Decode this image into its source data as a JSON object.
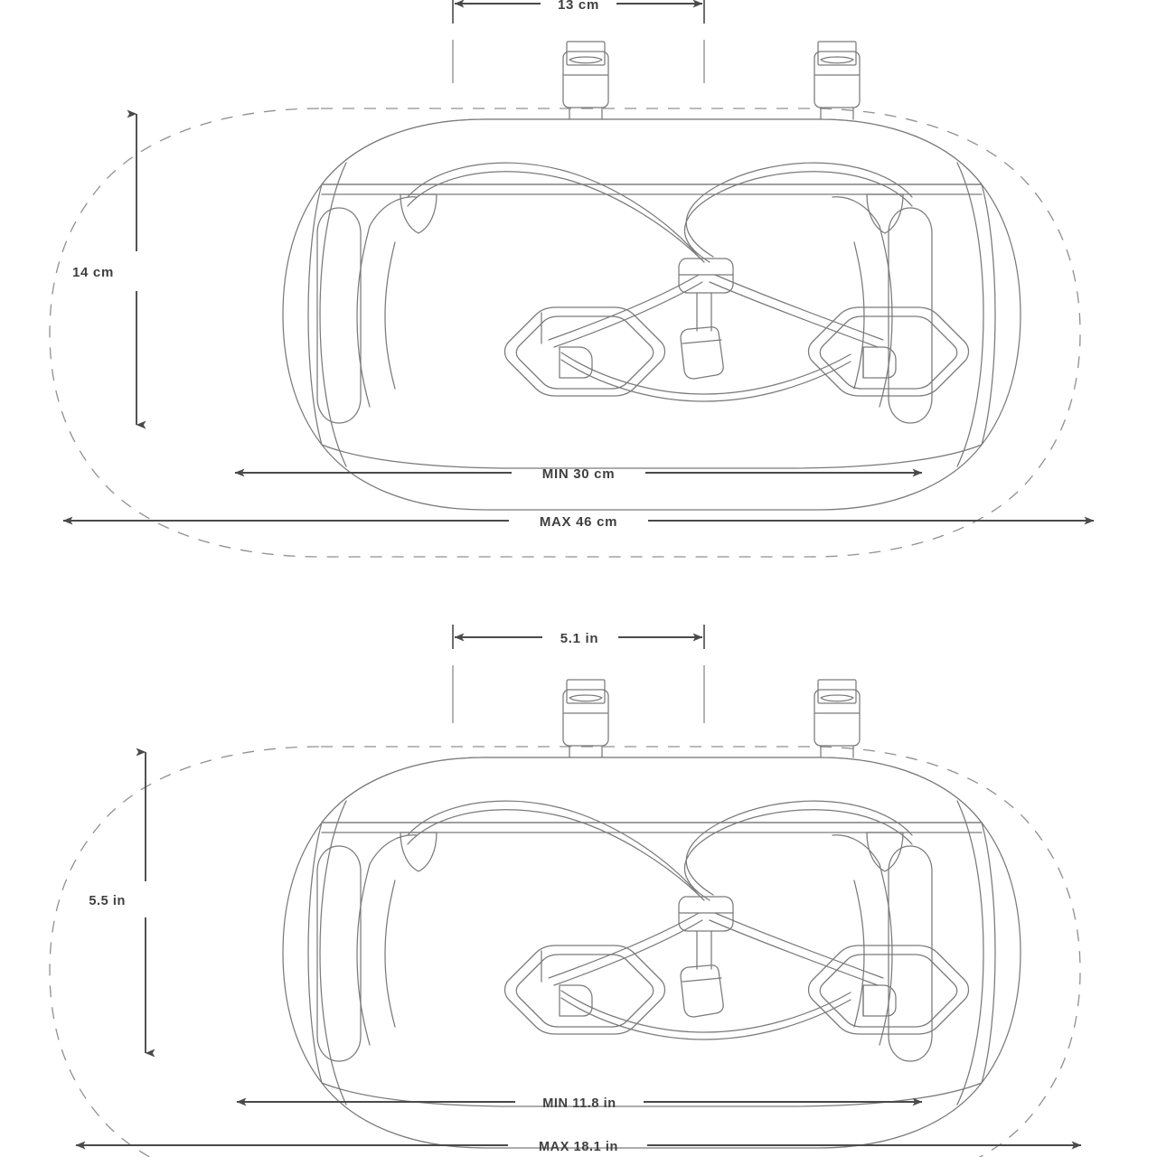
{
  "page": {
    "title": "Handlebar Bag Dimension Diagram",
    "background_color": "#ffffff",
    "line_color": "#6e6e6e",
    "dimension_color": "#4a4a4a",
    "text_color": "#3f3f3f"
  },
  "diagrams": [
    {
      "id": "metric",
      "units": "cm",
      "labels": {
        "top_width": "13 cm",
        "height": "14 cm",
        "min_width": "MIN 30 cm",
        "max_width": "MAX 46 cm"
      }
    },
    {
      "id": "imperial",
      "units": "in",
      "labels": {
        "top_width": "5.1 in",
        "height": "5.5 in",
        "min_width": "MIN 11.8 in",
        "max_width": "MAX 18.1 in"
      }
    }
  ],
  "measurements": {
    "strap_spacing_cm": "13 cm",
    "strap_spacing_in": "5.1 in",
    "bag_height_cm": "14 cm",
    "bag_height_in": "5.5 in",
    "min_length_cm": "MIN 30 cm",
    "min_length_in": "MIN 11.8 in",
    "max_length_cm": "MAX 46 cm",
    "max_length_in": "MAX 18.1 in"
  },
  "product_features": {
    "buckle_count": 2,
    "daisy_chain_loops": 2,
    "cord_lock": 1,
    "side_compression_straps": 2
  }
}
